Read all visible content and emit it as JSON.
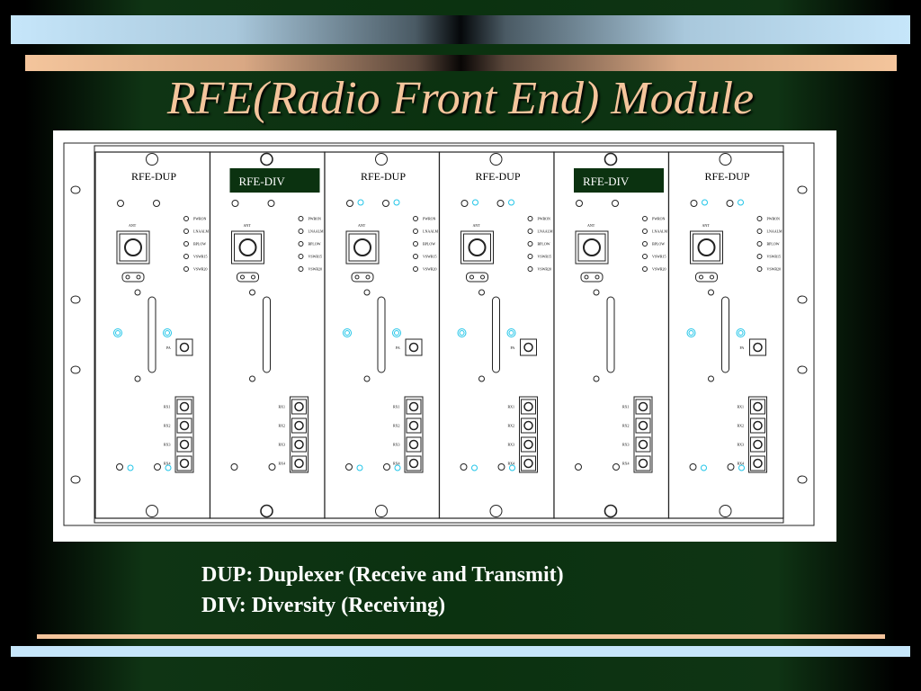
{
  "slide": {
    "title": "RFE(Radio Front End)  Module",
    "legend": [
      "DUP: Duplexer (Receive and Transmit)",
      "DIV:  Diversity (Receiving)"
    ]
  },
  "colors": {
    "title": "#f4c59c",
    "bar_light_blue": "#c6e6fa",
    "bar_peach": "#f4c59c",
    "div_label_bg": "#0b3210",
    "highlight_cyan": "#22c5e8"
  },
  "diagram": {
    "modules": [
      {
        "label": "RFE-DUP",
        "type": "DUP"
      },
      {
        "label": "RFE-DIV",
        "type": "DIV"
      },
      {
        "label": "RFE-DUP",
        "type": "DUP"
      },
      {
        "label": "RFE-DUP",
        "type": "DUP"
      },
      {
        "label": "RFE-DIV",
        "type": "DIV"
      },
      {
        "label": "RFE-DUP",
        "type": "DUP"
      }
    ],
    "ant_label": "ANT",
    "led_labels": {
      "DUP": [
        "PWRON",
        "LNAALM",
        "BPLOW",
        "VSWR15",
        "VSWR20"
      ],
      "DIV": [
        "PWRON",
        "LNAALM",
        "BPLOW",
        "VSWR15",
        "VSWR20"
      ]
    },
    "pa_label": "PA",
    "rx_labels": [
      "RX1",
      "RX2",
      "RX3",
      "RX4"
    ]
  }
}
